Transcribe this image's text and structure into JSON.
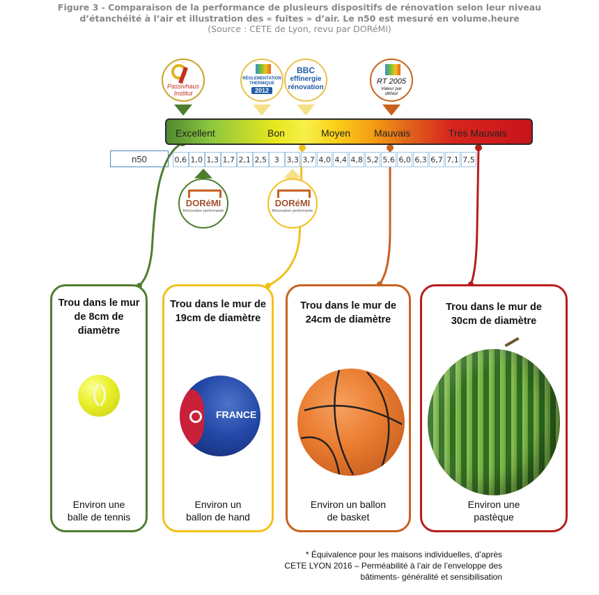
{
  "header": {
    "title_line1": "Figure 3 - Comparaison de la performance de plusieurs dispositifs de rénovation selon leur niveau",
    "title_line2": "d’étanchéité à l’air et illustration des « fuites » d’air. Le n50 est mesuré en volume.heure",
    "source": "(Source : CETE de Lyon, revu par DORéMI)"
  },
  "logos": {
    "passivhaus": {
      "line1": "Passivhaus",
      "line2": "Institut"
    },
    "rt2012": {
      "line1": "RÉGLEMENTATION",
      "line2": "THERMIQUE",
      "line3": "2012"
    },
    "bbc": {
      "line1": "BBC",
      "line2": "effinergie",
      "line3": "rénovation"
    },
    "rt2005": {
      "line1": "RT 2005",
      "line2": "Valeur par",
      "line3": "défaut"
    },
    "doremi": {
      "brand": "DORéMI",
      "tagline": "Rénovation performante"
    }
  },
  "bar": {
    "labels": [
      "Excellent",
      "Bon",
      "Moyen",
      "Mauvais",
      "Très Mauvais"
    ]
  },
  "scale": {
    "label": "n50",
    "values": [
      "0,6",
      "1,0",
      "1,3",
      "1,7",
      "2,1",
      "2,5",
      "3",
      "3,3",
      "3,7",
      "4,0",
      "4,4",
      "4,8",
      "5,2",
      "5,6",
      "6,0",
      "6,3",
      "6,7",
      "7,1",
      "7,5"
    ]
  },
  "cards": [
    {
      "title": "Trou dans le mur de 8cm de diamètre",
      "caption_line1": "Environ une",
      "caption_line2": "balle de tennis",
      "color": "#4e7d2e",
      "object": "tennis-ball"
    },
    {
      "title": "Trou dans le mur de 19cm de diamètre",
      "caption_line1": "Environ un",
      "caption_line2": "ballon de hand",
      "color": "#f3c019",
      "object": "handball",
      "ball_text": "FRANCE"
    },
    {
      "title": "Trou dans le mur de 24cm de diamètre",
      "caption_line1": "Environ un ballon",
      "caption_line2": "de basket",
      "color": "#c8611f",
      "object": "basketball"
    },
    {
      "title": "Trou dans le mur de 30cm de diamètre",
      "caption_line1": "Environ une",
      "caption_line2": "pastèque",
      "color": "#b71c1c",
      "object": "watermelon"
    }
  ],
  "footnote": {
    "line1": "* Équivalence pour les maisons individuelles, d’après",
    "line2": "CETE LYON 2016 – Perméabilité à l’air de l’enveloppe des",
    "line3": "bâtiments- généralité et sensibilisation"
  },
  "colors": {
    "green": "#4e7d2e",
    "yellow": "#f3c019",
    "orange": "#c8611f",
    "red": "#b71c1c",
    "scale_border": "#9dc3e6",
    "label_border": "#4f81bd"
  }
}
